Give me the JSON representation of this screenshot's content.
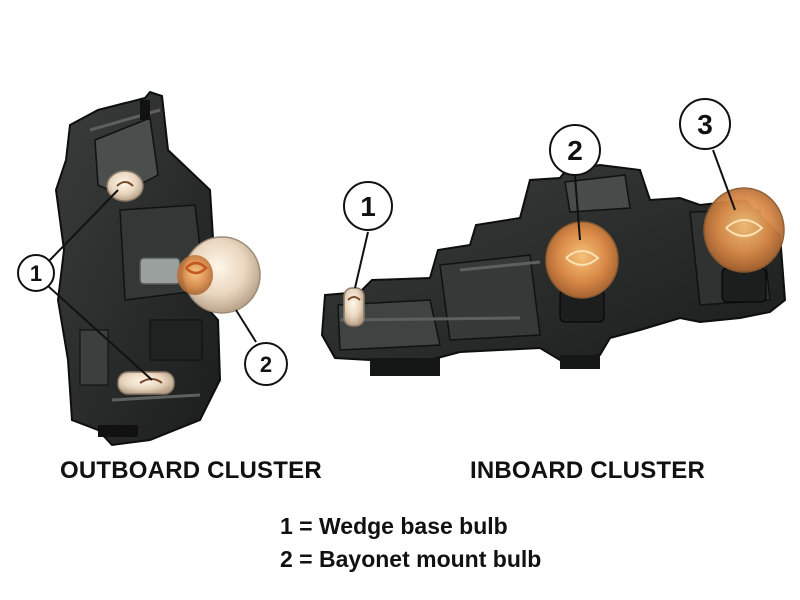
{
  "outboard": {
    "caption": "OUTBOARD CLUSTER",
    "callouts": [
      "1",
      "2"
    ]
  },
  "inboard": {
    "caption": "INBOARD CLUSTER",
    "callouts": [
      "1",
      "2",
      "3"
    ]
  },
  "legend": [
    "1 = Wedge base bulb",
    "2 = Bayonet mount bulb"
  ],
  "colors": {
    "housing": "#2a2c2b",
    "housing_dark": "#151716",
    "bulb_glass": "#e8d9c8",
    "filament": "#c4571e"
  }
}
